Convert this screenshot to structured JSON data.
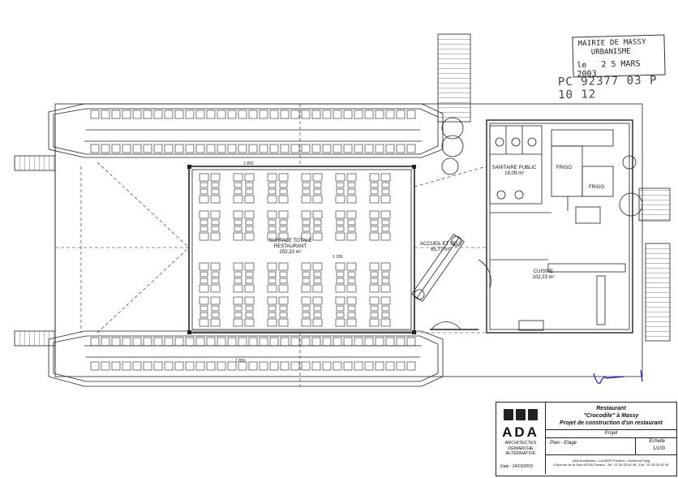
{
  "stamp": {
    "line1": "MAIRIE DE MASSY",
    "line2": "URBANISME",
    "line3_prefix": "le",
    "line3_date": "2 5 MARS 2003"
  },
  "permit_number": "PC 92377 03 P 10 12",
  "rooms": {
    "surface_title": "SURFACE TOTALE",
    "surface_name": "RESTAURANT",
    "surface_area": "253,33 m²",
    "accueil_name": "ACCUEIL ET SELF",
    "accueil_area": "65,77 m²",
    "sanitaire_name": "SANITAIRE PUBLIC",
    "sanitaire_area": "18,09 m²",
    "frigo1": "FRIGO",
    "frigo2": "FRIGO",
    "cuisine_name": "CUISINE",
    "cuisine_area": "102,23 m²"
  },
  "dims": {
    "d1": "1 850",
    "d2": "1 850",
    "d3": "1 200"
  },
  "title_block": {
    "line1": "Restaurant",
    "line2": "\"Crocodile\" à Massy",
    "line3": "Projet de construction d'un restaurant",
    "project_label": "Projet",
    "plan_label": "Plan - Etage",
    "scale_label": "Echelle",
    "scale_value": "1/100",
    "date": "Date : 24/03/2003",
    "logo_text": "ADA",
    "logo_sub1": "ARCHITECTES",
    "logo_sub2": "DEMARCHE",
    "logo_sub3": "ALTERNATIVE",
    "footer1": "ADA Architectes - LAUZIER Frédéric - Architecte Dplg",
    "footer2": "6 Avenue de la Gare 92330 Sceaux - Tel : 01 55 25 40 46 - Fax : 01 55 25 40 45"
  }
}
